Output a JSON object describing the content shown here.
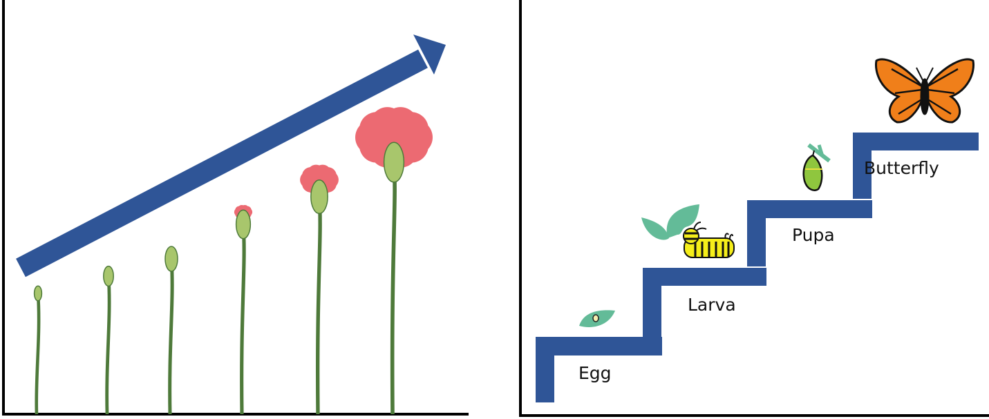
{
  "colors": {
    "step_blue": "#2f5597",
    "arrow_blue": "#2f5597",
    "stem_green": "#4e7a3a",
    "bud_green": "#a8c66c",
    "petal_pink": "#ec6a72",
    "leaf_teal": "#63bb98",
    "wing_orange": "#f07f1a"
  },
  "stages": [
    {
      "label": "Egg",
      "icon": "egg-on-leaf-icon"
    },
    {
      "label": "Larva",
      "icon": "caterpillar-icon"
    },
    {
      "label": "Pupa",
      "icon": "chrysalis-icon"
    },
    {
      "label": "Butterfly",
      "icon": "butterfly-icon"
    }
  ],
  "flower_growth": {
    "stages_count": 6,
    "icon": "carnation-icon",
    "trend": "arrow-up-right-icon"
  }
}
